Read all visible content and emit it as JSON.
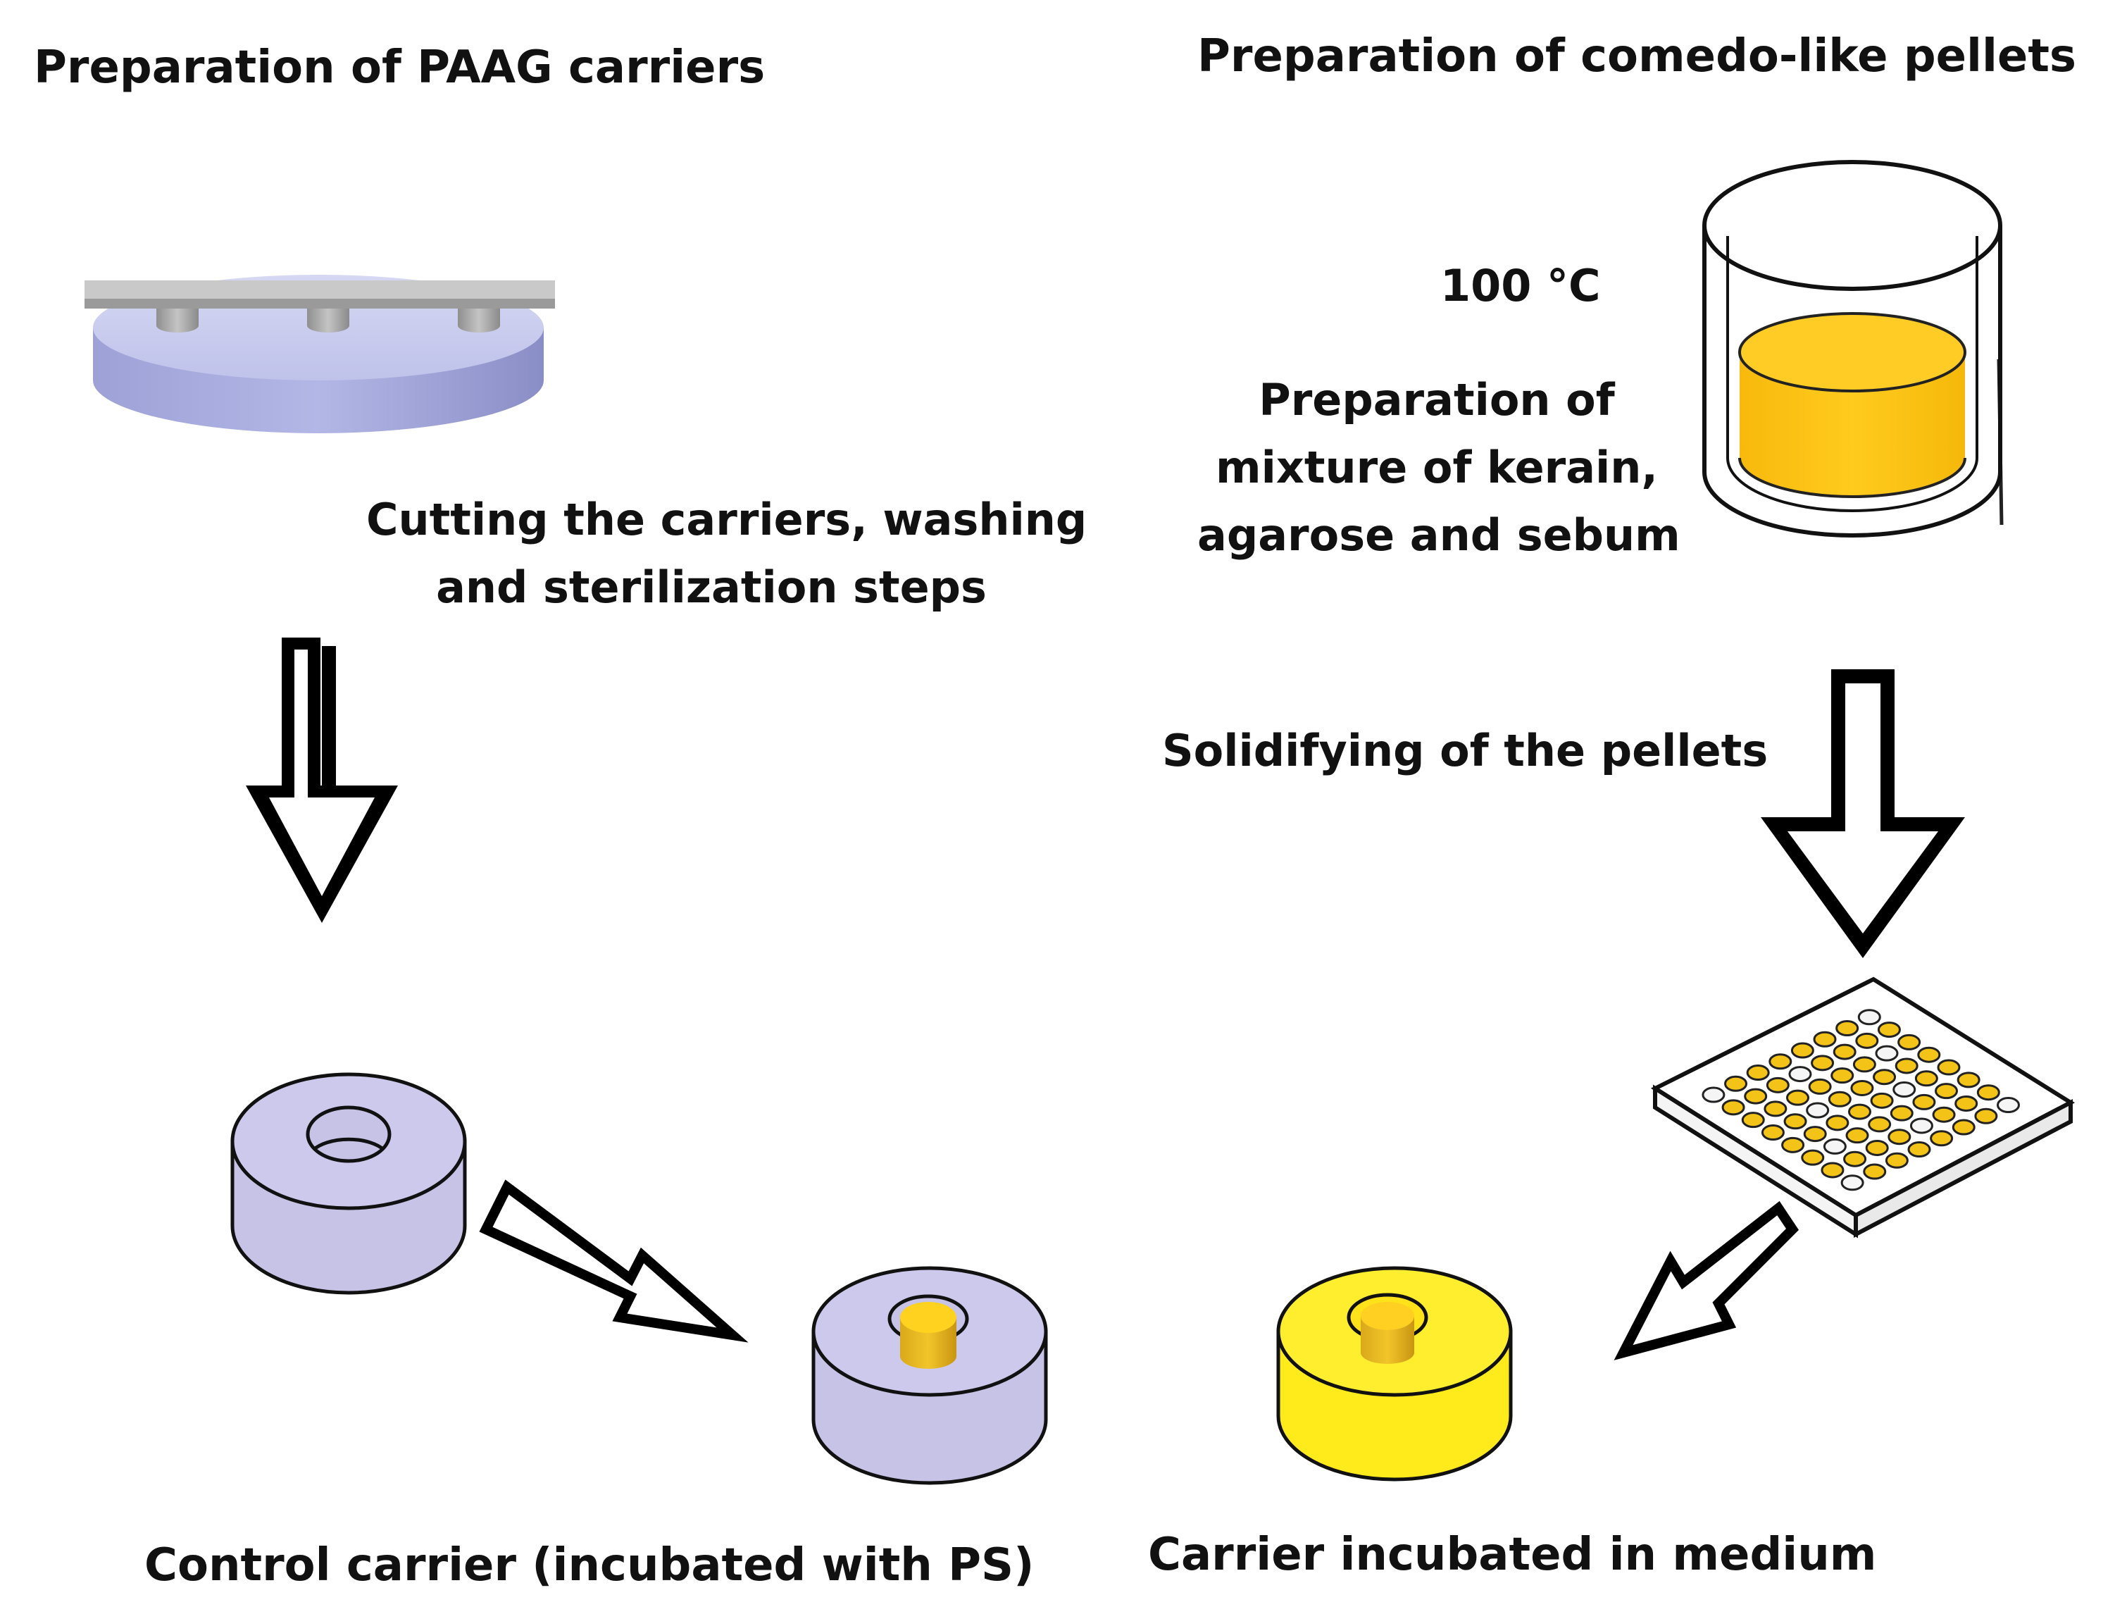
{
  "left_section": {
    "title": "Preparation of PAAG carriers",
    "step_label_line1": "Cutting the carriers, washing",
    "step_label_line2": "and sterilization steps",
    "result_label": "Control carrier (incubated with PS)"
  },
  "right_section": {
    "title": "Preparation of comedo-like pellets",
    "temperature": "100 °C",
    "mixture_line1": "Preparation of",
    "mixture_line2": "mixture of kerain,",
    "mixture_line3": "agarose and sebum",
    "step_label": "Solidifying of the pellets",
    "result_label": "Carrier incubated in medium"
  },
  "colors": {
    "carrier_lavender": "#c7c3e6",
    "carrier_yellow": "#ffea1c",
    "pellet_gold": "#ffd21f",
    "mold_blue": "#aaaee0"
  }
}
